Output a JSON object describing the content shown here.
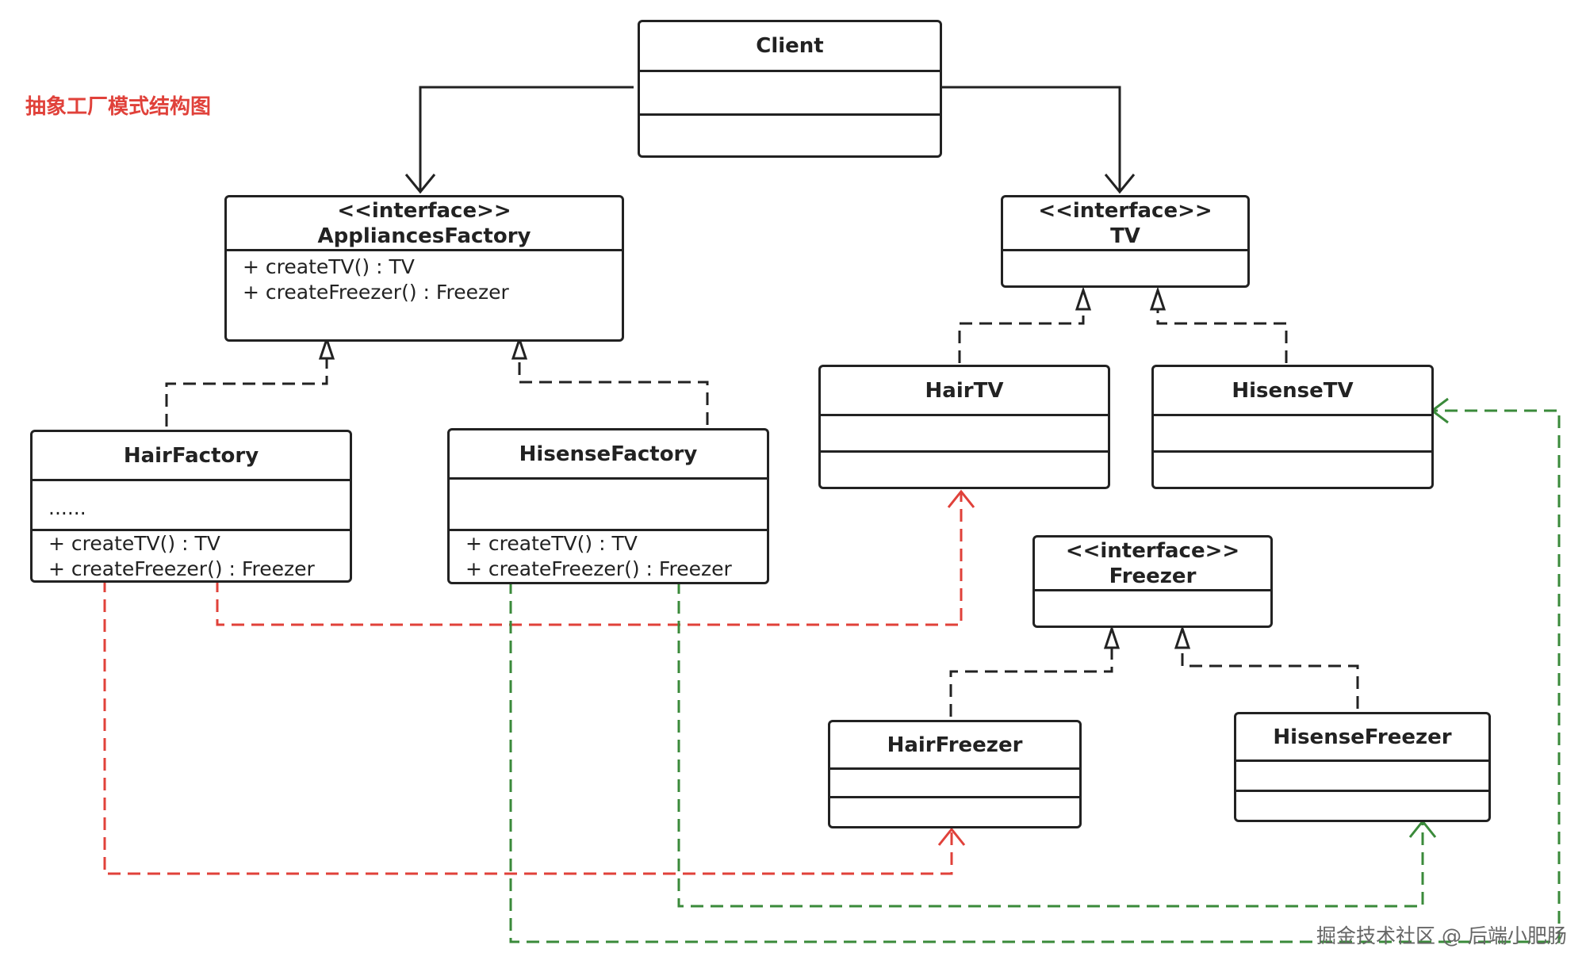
{
  "diagram_title": "抽象工厂模式结构图",
  "watermark": "掘金技术社区 @ 后端小肥肠",
  "colors": {
    "line": "#222222",
    "red_dependency": "#e0413a",
    "green_dependency": "#3a8a3a",
    "title": "#e0413a"
  },
  "classes": {
    "client": {
      "name": "Client"
    },
    "appliances_factory": {
      "stereotype": "<<interface>>",
      "name": "AppliancesFactory",
      "methods": [
        "+ createTV() : TV",
        "+ createFreezer() : Freezer"
      ]
    },
    "tv": {
      "stereotype": "<<interface>>",
      "name": "TV"
    },
    "hair_factory": {
      "name": "HairFactory",
      "attributes": "......",
      "methods": [
        "+ createTV() : TV",
        "+ createFreezer() : Freezer"
      ]
    },
    "hisense_factory": {
      "name": "HisenseFactory",
      "methods": [
        "+ createTV() : TV",
        "+ createFreezer() : Freezer"
      ]
    },
    "hair_tv": {
      "name": "HairTV"
    },
    "hisense_tv": {
      "name": "HisenseTV"
    },
    "freezer": {
      "stereotype": "<<interface>>",
      "name": "Freezer"
    },
    "hair_freezer": {
      "name": "HairFreezer"
    },
    "hisense_freezer": {
      "name": "HisenseFreezer"
    }
  },
  "relationships": [
    {
      "from": "Client",
      "to": "AppliancesFactory",
      "type": "association"
    },
    {
      "from": "Client",
      "to": "TV",
      "type": "association"
    },
    {
      "from": "HairFactory",
      "to": "AppliancesFactory",
      "type": "realization"
    },
    {
      "from": "HisenseFactory",
      "to": "AppliancesFactory",
      "type": "realization"
    },
    {
      "from": "HairTV",
      "to": "TV",
      "type": "realization"
    },
    {
      "from": "HisenseTV",
      "to": "TV",
      "type": "realization"
    },
    {
      "from": "HairFreezer",
      "to": "Freezer",
      "type": "realization"
    },
    {
      "from": "HisenseFreezer",
      "to": "Freezer",
      "type": "realization"
    },
    {
      "from": "HairFactory",
      "to": "HairTV",
      "type": "dependency",
      "color": "red"
    },
    {
      "from": "HairFactory",
      "to": "HairFreezer",
      "type": "dependency",
      "color": "red"
    },
    {
      "from": "HisenseFactory",
      "to": "HisenseTV",
      "type": "dependency",
      "color": "green"
    },
    {
      "from": "HisenseFactory",
      "to": "HisenseFreezer",
      "type": "dependency",
      "color": "green"
    }
  ]
}
